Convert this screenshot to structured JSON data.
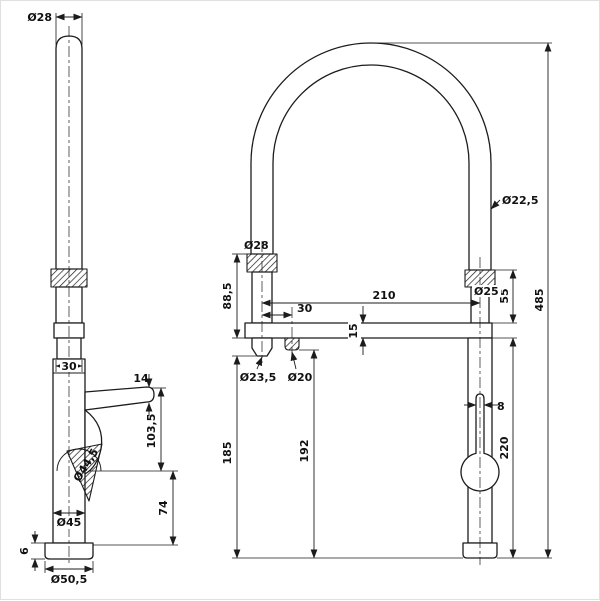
{
  "drawing": {
    "subject": "kitchen-faucet-technical-drawing",
    "line_color": "#1c1c1c",
    "background": "#ffffff"
  },
  "side_view": {
    "dim_wand_diameter": "Ø28",
    "dim_neck_width": "30",
    "dim_lever_thickness": "14",
    "dim_lever_height": "103,5",
    "dim_handle_offset": "74",
    "dim_cartridge_diameter": "Ø44,5",
    "dim_body_diameter": "Ø45",
    "dim_base_plate_height": "6",
    "dim_base_diameter": "Ø50,5"
  },
  "front_view": {
    "dim_hose_diameter": "Ø22,5",
    "dim_dock_collar_diameter": "Ø28",
    "dim_riser_diameter": "Ø25",
    "dim_spout_reach": "210",
    "dim_outlet_offset": "30",
    "dim_dock_height": "88,5",
    "dim_collar_to_spout": "55",
    "dim_total_height": "485",
    "dim_spout_thickness": "15",
    "dim_dock_diameter": "Ø23,5",
    "dim_outlet_diameter": "Ø20",
    "dim_dock_clearance": "185",
    "dim_outlet_clearance": "192",
    "dim_body_height": "220",
    "dim_handle_slot_width": "8"
  }
}
